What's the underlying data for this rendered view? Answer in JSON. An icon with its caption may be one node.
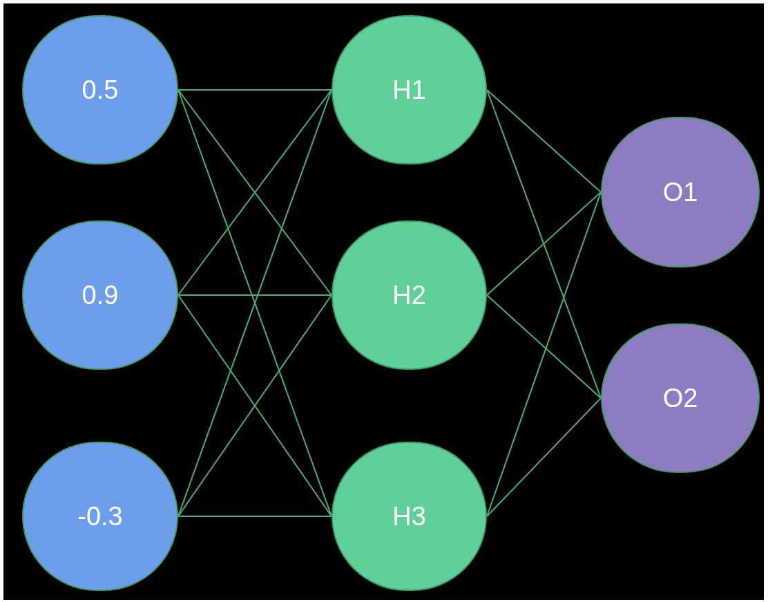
{
  "diagram": {
    "nodes": [
      {
        "text": [
          "0.5"
        ]
      },
      {
        "text": [
          "0.9"
        ]
      },
      {
        "text": [
          "-0.3"
        ]
      },
      {
        "text": [
          "H1"
        ]
      },
      {
        "text": [
          "H2"
        ]
      },
      {
        "text": [
          "H3"
        ]
      },
      {
        "text": [
          "O1"
        ]
      },
      {
        "text": [
          "O2"
        ]
      }
    ],
    "edges": [
      {
        "from": 0,
        "to": 3,
        "arrow": "none"
      },
      {
        "from": 0,
        "to": 4,
        "arrow": "none"
      },
      {
        "from": 0,
        "to": 5,
        "arrow": "none"
      },
      {
        "from": 1,
        "to": 3,
        "arrow": "none"
      },
      {
        "from": 1,
        "to": 4,
        "arrow": "none"
      },
      {
        "from": 1,
        "to": 5,
        "arrow": "none"
      },
      {
        "from": 2,
        "to": 3,
        "arrow": "none"
      },
      {
        "from": 2,
        "to": 4,
        "arrow": "none"
      },
      {
        "from": 2,
        "to": 5,
        "arrow": "none"
      },
      {
        "from": 3,
        "to": 6,
        "arrow": "none"
      },
      {
        "from": 3,
        "to": 7,
        "arrow": "none"
      },
      {
        "from": 4,
        "to": 6,
        "arrow": "none"
      },
      {
        "from": 4,
        "to": 7,
        "arrow": "none"
      },
      {
        "from": 5,
        "to": 6,
        "arrow": "none"
      },
      {
        "from": 5,
        "to": 7,
        "arrow": "none"
      }
    ]
  }
}
